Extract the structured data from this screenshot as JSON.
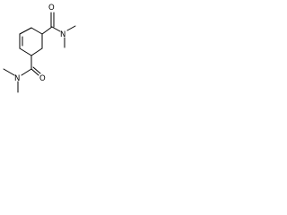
{
  "molecule": {
    "atom_labels": {
      "o_top": "O",
      "n_top": "N",
      "n_bottom": "N",
      "o_bottom": "O"
    },
    "colors": {
      "bond": "#000000",
      "label": "#000000",
      "background": "#ffffff"
    }
  }
}
